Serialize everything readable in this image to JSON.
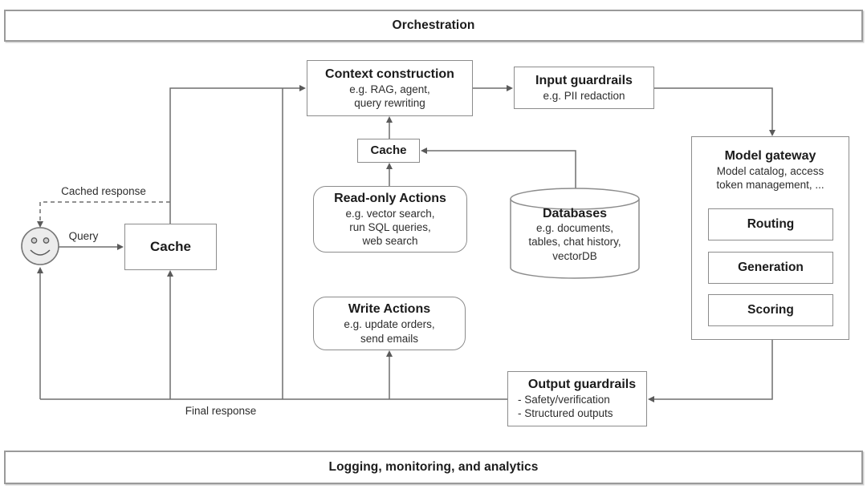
{
  "bars": {
    "orchestration": "Orchestration",
    "logging": "Logging, monitoring, and analytics"
  },
  "nodes": {
    "context_construction": {
      "title": "Context construction",
      "subtitle": "e.g. RAG, agent,\nquery rewriting"
    },
    "input_guardrails": {
      "title": "Input guardrails",
      "subtitle": "e.g. PII redaction"
    },
    "model_gateway": {
      "title": "Model gateway",
      "subtitle": "Model catalog, access\ntoken management, ...",
      "sub_blocks": [
        "Routing",
        "Generation",
        "Scoring"
      ]
    },
    "cache_user": {
      "title": "Cache"
    },
    "cache_mid": {
      "title": "Cache"
    },
    "read_only_actions": {
      "title": "Read-only Actions",
      "subtitle": "e.g. vector search,\nrun SQL queries,\nweb search"
    },
    "write_actions": {
      "title": "Write Actions",
      "subtitle": "e.g. update orders,\nsend emails"
    },
    "databases": {
      "title": "Databases",
      "subtitle": "e.g. documents,\ntables, chat history,\nvectorDB"
    },
    "output_guardrails": {
      "title": "Output guardrails",
      "bullets": "- Safety/verification\n- Structured outputs"
    }
  },
  "edge_labels": {
    "query": "Query",
    "cached_response": "Cached response",
    "final_response": "Final response"
  },
  "icons": {
    "user": "smiley-user-icon"
  },
  "colors": {
    "line": "#6e6e6e",
    "box_border": "#8c8c8c",
    "bar_border": "#9a9a9a",
    "text": "#1c1c1c",
    "user_fill": "#ececec"
  }
}
